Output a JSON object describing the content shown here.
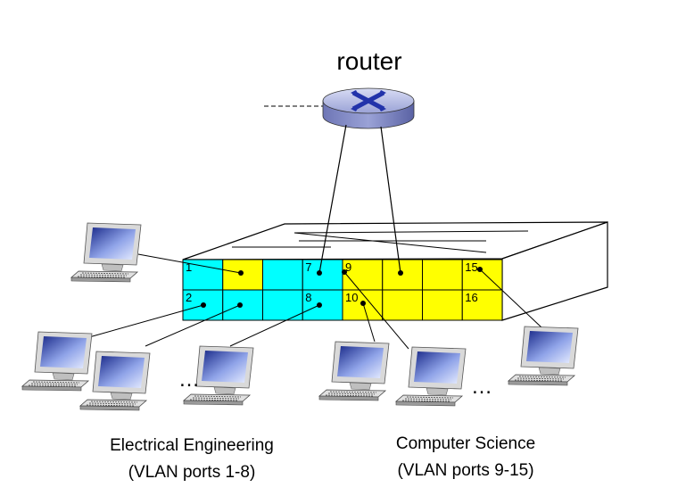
{
  "router": {
    "label": "router",
    "icon": "router-icon"
  },
  "switch": {
    "colors": {
      "ee": "#00ffff",
      "cs": "#ffff00",
      "outline": "#000000"
    },
    "ports": [
      {
        "num": "1",
        "vlan": "ee"
      },
      {
        "num": "",
        "vlan": "cs"
      },
      {
        "num": "",
        "vlan": "ee"
      },
      {
        "num": "7",
        "vlan": "ee"
      },
      {
        "num": "9",
        "vlan": "cs"
      },
      {
        "num": "",
        "vlan": "cs"
      },
      {
        "num": "",
        "vlan": "cs"
      },
      {
        "num": "15",
        "vlan": "cs"
      },
      {
        "num": "2",
        "vlan": "ee"
      },
      {
        "num": "",
        "vlan": "ee"
      },
      {
        "num": "",
        "vlan": "ee"
      },
      {
        "num": "8",
        "vlan": "ee"
      },
      {
        "num": "10",
        "vlan": "cs"
      },
      {
        "num": "",
        "vlan": "cs"
      },
      {
        "num": "",
        "vlan": "cs"
      },
      {
        "num": "16",
        "vlan": "cs"
      }
    ]
  },
  "ellipsis_left": "…",
  "ellipsis_right": "…",
  "groups": [
    {
      "name": "Electrical Engineering",
      "ports_label": "(VLAN ports 1-8)"
    },
    {
      "name": "Computer Science",
      "ports_label": "(VLAN ports 9-15)"
    }
  ]
}
